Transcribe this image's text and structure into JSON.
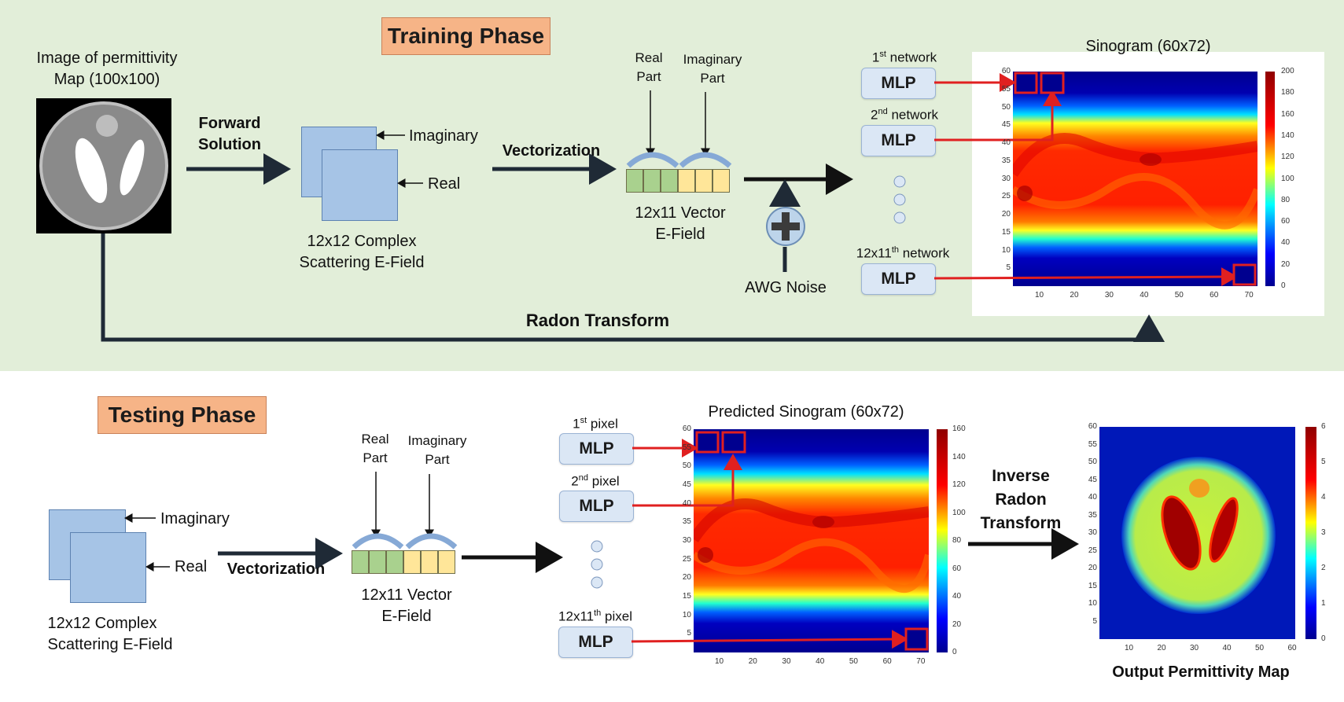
{
  "training": {
    "phase_title": "Training Phase",
    "image_label_line1": "Image of permittivity",
    "image_label_line2": "Map (100x100)",
    "forward_line1": "Forward",
    "forward_line2": "Solution",
    "imaginary": "Imaginary",
    "real": "Real",
    "complex_line1": "12x12 Complex",
    "complex_line2": "Scattering E-Field",
    "vectorization": "Vectorization",
    "real_part_line1": "Real",
    "real_part_line2": "Part",
    "imag_part_line1": "Imaginary",
    "imag_part_line2": "Part",
    "vector_line1": "12x11 Vector",
    "vector_line2": "E-Field",
    "noise": "AWG Noise",
    "net1_num": "1",
    "net1_sup": "st",
    "net1_word": " network",
    "net2_num": "2",
    "net2_sup": "nd",
    "net2_word": " network",
    "netN_num": "12x11",
    "netN_sup": "th",
    "netN_word": " network",
    "mlp": "MLP",
    "sinogram_title": "Sinogram (60x72)",
    "radon": "Radon Transform"
  },
  "testing": {
    "phase_title": "Testing Phase",
    "imaginary": "Imaginary",
    "real": "Real",
    "complex_line1": "12x12 Complex",
    "complex_line2": "Scattering E-Field",
    "vectorization": "Vectorization",
    "real_part_line1": "Real",
    "real_part_line2": "Part",
    "imag_part_line1": "Imaginary",
    "imag_part_line2": "Part",
    "vector_line1": "12x11 Vector",
    "vector_line2": "E-Field",
    "px1_num": "1",
    "px1_sup": "st",
    "px1_word": " pixel",
    "px2_num": "2",
    "px2_sup": "nd",
    "px2_word": " pixel",
    "pxN_num": "12x11",
    "pxN_sup": "th",
    "pxN_word": " pixel",
    "mlp": "MLP",
    "pred_title": "Predicted Sinogram (60x72)",
    "inverse_line1": "Inverse",
    "inverse_line2": "Radon",
    "inverse_line3": "Transform",
    "output_title": "Output Permittivity Map"
  },
  "sinogram_axes": {
    "yticks": [
      "60",
      "55",
      "50",
      "45",
      "40",
      "35",
      "30",
      "25",
      "20",
      "15",
      "10",
      "5"
    ],
    "xticks": [
      "10",
      "20",
      "30",
      "40",
      "50",
      "60",
      "70"
    ],
    "colorbar_train": [
      "200",
      "180",
      "160",
      "140",
      "120",
      "100",
      "80",
      "60",
      "40",
      "20",
      "0"
    ],
    "colorbar_pred": [
      "160",
      "140",
      "120",
      "100",
      "80",
      "60",
      "40",
      "20",
      "0"
    ]
  },
  "output_axes": {
    "yticks": [
      "60",
      "55",
      "50",
      "45",
      "40",
      "35",
      "30",
      "25",
      "20",
      "15",
      "10",
      "5"
    ],
    "xticks": [
      "10",
      "20",
      "30",
      "40",
      "50",
      "60"
    ],
    "colorbar": [
      "6",
      "5",
      "4",
      "3",
      "2",
      "1",
      "0"
    ]
  },
  "colors": {
    "top_bg": "#e2eed9",
    "phase_bg": "#f6b487",
    "mlp_bg": "#dbe7f5",
    "square": "#a6c4e6",
    "green_cell": "#a9d18e",
    "yellow_cell": "#ffe699",
    "arrow": "#1f2a36",
    "red": "#e02020"
  }
}
